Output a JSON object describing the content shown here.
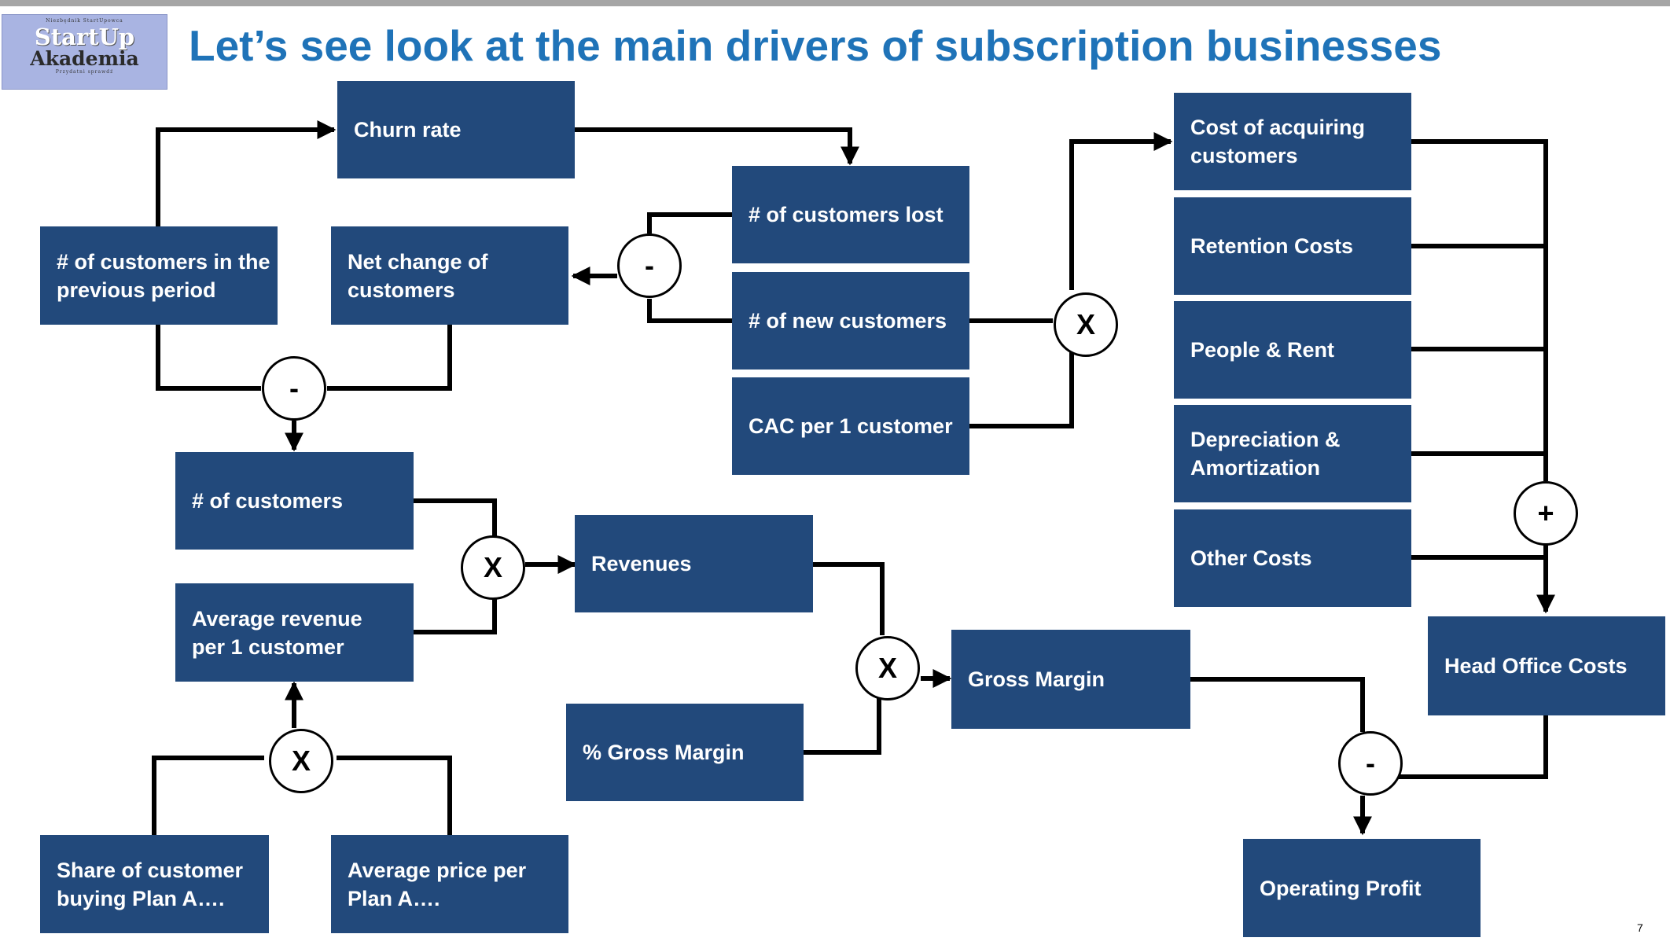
{
  "logo": {
    "top_text": "Niezbędnik StartUpowca",
    "line1": "StartUp",
    "line2": "Akademia",
    "bottom_text": "Przydatni sprawdź"
  },
  "title": "Let’s see look at the main drivers of subscription businesses",
  "page_number": "7",
  "colors": {
    "box_fill": "#22497b",
    "title": "#1f73b8",
    "connector": "#000000"
  },
  "nodes": {
    "churn_rate": "Churn rate",
    "customers_previous": "# of customers in the\nprevious period",
    "net_change": "Net change of\ncustomers",
    "customers_lost": "# of customers lost",
    "new_customers": "# of new customers",
    "cac_per_customer": "CAC per 1 customer",
    "cost_acquiring": "Cost of acquiring\ncustomers",
    "retention_costs": "Retention Costs",
    "people_rent": "People & Rent",
    "depreciation": "Depreciation &\nAmortization",
    "other_costs": "Other Costs",
    "num_customers": "# of customers",
    "avg_revenue": "Average  revenue\nper 1 customer",
    "revenues": "Revenues",
    "gross_margin_pct": "% Gross Margin",
    "gross_margin": "Gross Margin",
    "head_office": "Head Office Costs",
    "operating_profit": "Operating Profit",
    "share_plan_a": "Share of customer\nbuying Plan A….",
    "price_plan_a": "Average price per\nPlan A…."
  },
  "operators": {
    "net_change_op": "-",
    "customers_op": "-",
    "acquisition_op": "X",
    "revenue_op": "X",
    "avg_revenue_op": "X",
    "gross_margin_op": "X",
    "head_office_op": "+",
    "profit_op": "-"
  }
}
